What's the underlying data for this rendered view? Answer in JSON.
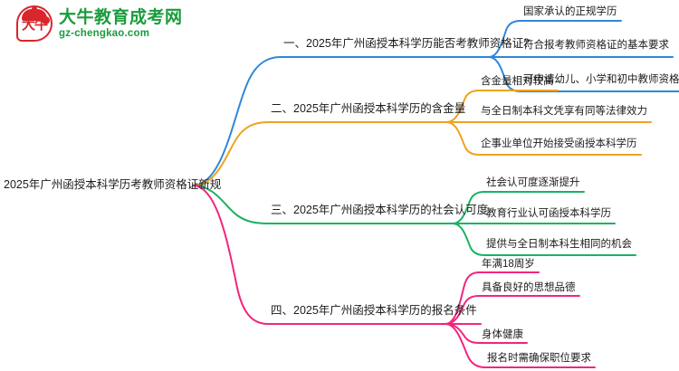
{
  "logo": {
    "mark_name": "daniu-seal-logo",
    "glyph": "大牛",
    "name_cn": "大牛教育成考网",
    "name_en": "gz-chengkao.com",
    "brand_green": "#1a9c3c",
    "brand_red": "#d8262c"
  },
  "mindmap": {
    "root": {
      "label": "2025年广州函授本科学历考教师资格证新规"
    },
    "branches": [
      {
        "label": "一、2025年广州函授本科学历能否考教师资格证？",
        "color": "#2f87d8",
        "children": [
          "国家承认的正规学历",
          "符合报考教师资格证的基本要求",
          "可申请幼儿、小学和初中教师资格证"
        ]
      },
      {
        "label": "二、2025年广州函授本科学历的含金量",
        "color": "#eda320",
        "children": [
          "含金量相对较高",
          "与全日制本科文凭享有同等法律效力",
          "企事业单位开始接受函授本科学历"
        ]
      },
      {
        "label": "三、2025年广州函授本科学历的社会认可度",
        "color": "#18b364",
        "children": [
          "社会认可度逐渐提升",
          "教育行业认可函授本科学历",
          "提供与全日制本科生相同的机会"
        ]
      },
      {
        "label": "四、2025年广州函授本科学历的报名条件",
        "color": "#f2257e",
        "children": [
          "年满18周岁",
          "具备良好的思想品德",
          "身体健康",
          "报名时需确保职位要求"
        ]
      }
    ]
  }
}
